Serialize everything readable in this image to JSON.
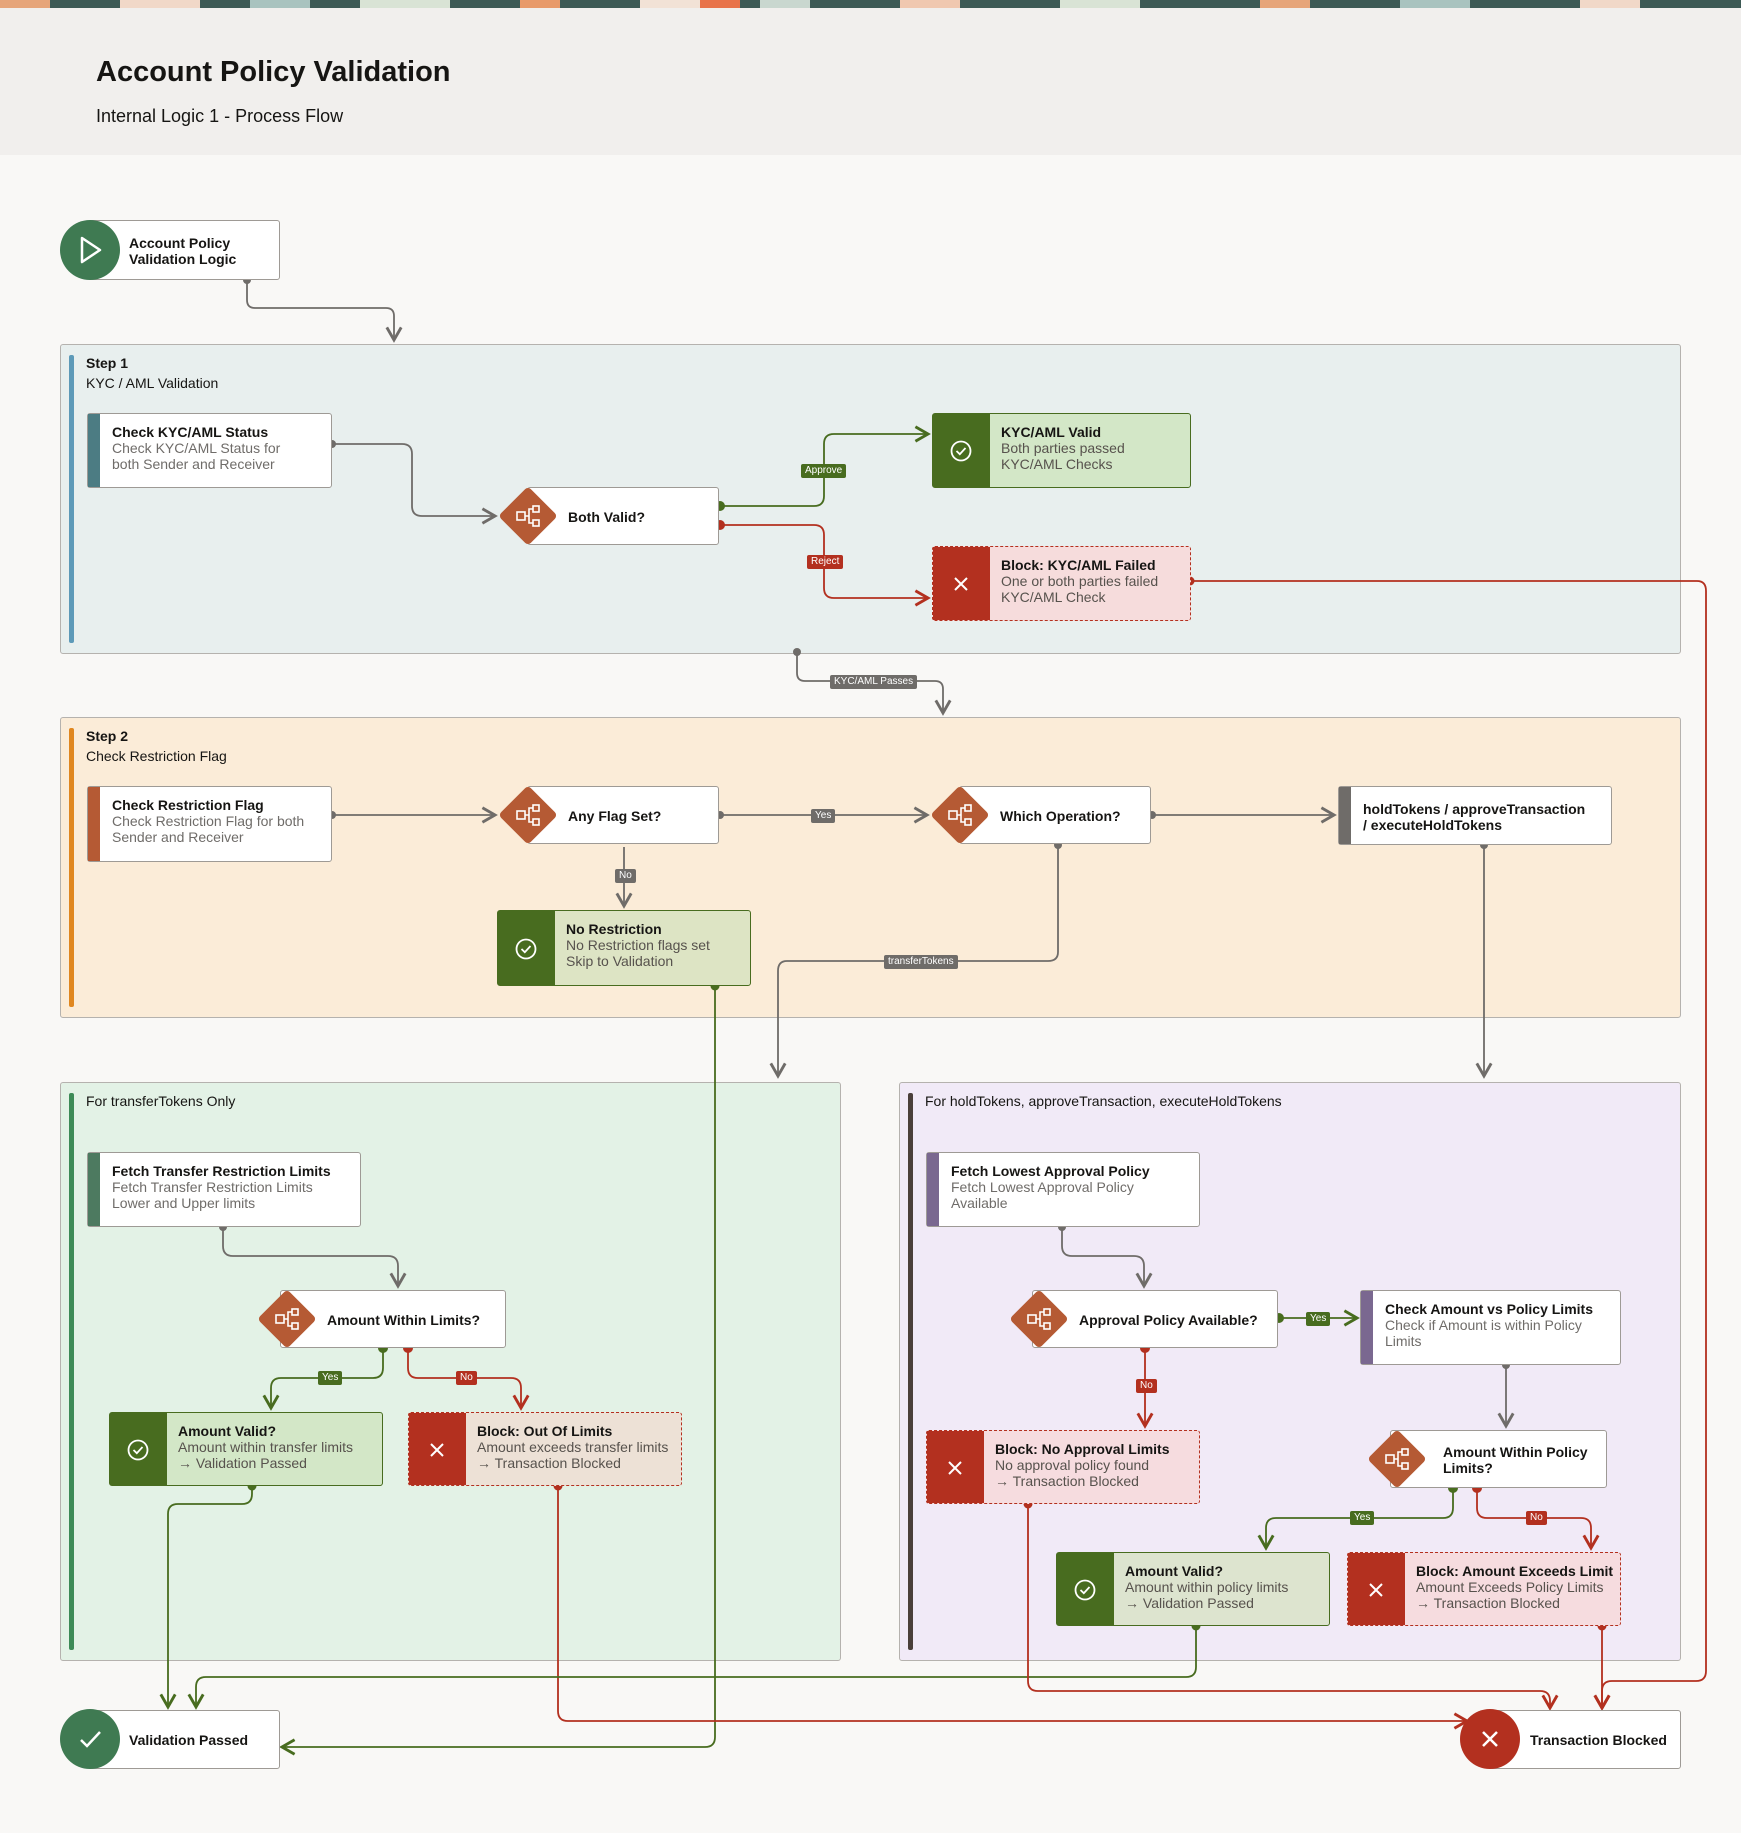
{
  "header": {
    "title": "Account Policy Validation",
    "subtitle": "Internal Logic 1 - Process Flow"
  },
  "start": {
    "label": "Account Policy\nValidation Logic"
  },
  "step1": {
    "title": "Step 1",
    "subtitle": "KYC / AML Validation",
    "check": {
      "title": "Check KYC/AML Status",
      "desc": "Check KYC/AML Status for\nboth Sender and Receiver"
    },
    "decision": "Both Valid?",
    "valid": {
      "title": "KYC/AML Valid",
      "desc": "Both parties passed\nKYC/AML Checks"
    },
    "failed": {
      "title": "Block: KYC/AML Failed",
      "desc": "One or both parties failed\nKYC/AML Check"
    },
    "approve_tag": "Approve",
    "reject_tag": "Reject"
  },
  "kyc_pass_tag": "KYC/AML Passes",
  "step2": {
    "title": "Step 2",
    "subtitle": "Check Restriction Flag",
    "check": {
      "title": "Check Restriction Flag",
      "desc": "Check Restriction Flag for both\nSender and Receiver"
    },
    "decision1": "Any Flag Set?",
    "decision2": "Which Operation?",
    "hold": {
      "title": "holdTokens / approveTransaction\n/ executeHoldTokens"
    },
    "norestr": {
      "title": "No Restriction",
      "desc": "No Restriction flags set\nSkip to Validation"
    },
    "yes_tag": "Yes",
    "no_tag": "No",
    "transfer_tag": "transferTokens"
  },
  "transfer": {
    "title": "For transferTokens Only",
    "fetch": {
      "title": "Fetch Transfer Restriction Limits",
      "desc": "Fetch Transfer Restriction Limits\nLower and Upper limits"
    },
    "decision": "Amount Within Limits?",
    "valid": {
      "title": "Amount Valid?",
      "desc": "Amount within transfer limits\n→ Validation Passed"
    },
    "blocked": {
      "title": "Block: Out Of Limits",
      "desc": "Amount exceeds transfer limits\n→ Transaction Blocked"
    },
    "yes_tag": "Yes",
    "no_tag": "No"
  },
  "hold": {
    "title": "For holdTokens, approveTransaction, executeHoldTokens",
    "fetch": {
      "title": "Fetch Lowest Approval Policy",
      "desc": "Fetch Lowest Approval Policy\nAvailable"
    },
    "decision1": "Approval Policy Available?",
    "check": {
      "title": "Check Amount vs Policy Limits",
      "desc": "Check if Amount is within Policy\nLimits"
    },
    "noapproval": {
      "title": "Block: No Approval Limits",
      "desc": "No approval policy found\n→ Transaction Blocked"
    },
    "decision2": "Amount Within Policy\nLimits?",
    "valid": {
      "title": "Amount Valid?",
      "desc": "Amount within policy limits\n→ Validation Passed"
    },
    "exceeds": {
      "title": "Block: Amount Exceeds Limit",
      "desc": "Amount Exceeds Policy Limits\n→ Transaction Blocked"
    },
    "yes_tag": "Yes",
    "no_tag": "No",
    "yes2_tag": "Yes",
    "no2_tag": "No"
  },
  "end_pass": {
    "label": "Validation Passed"
  },
  "end_block": {
    "label": "Transaction Blocked"
  },
  "colors": {
    "green": "#486c1f",
    "red": "#b3301f",
    "gray": "#6f6c69",
    "diamond": "#b55a34"
  }
}
